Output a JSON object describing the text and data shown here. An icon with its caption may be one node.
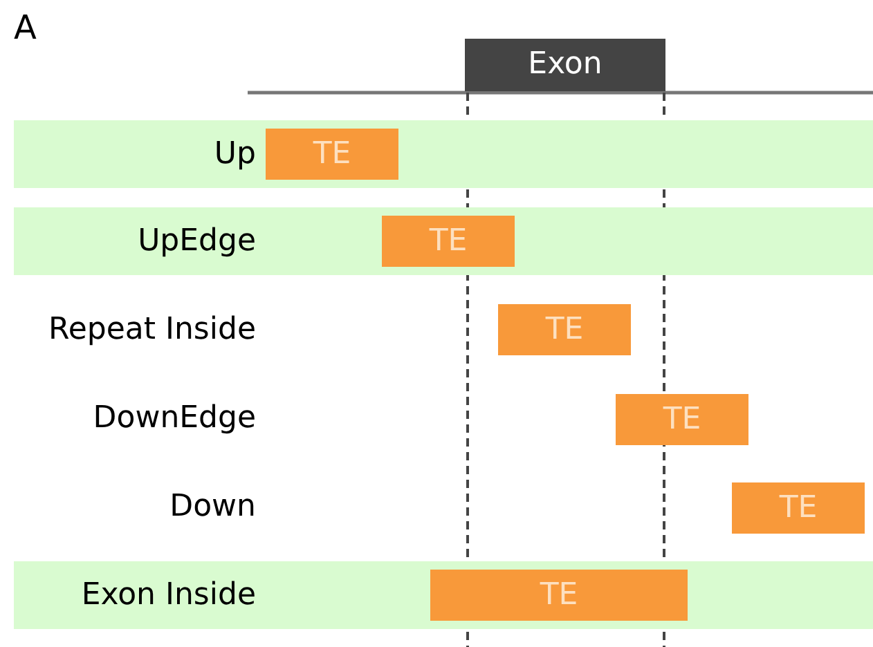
{
  "diagram": {
    "nodes": [
      {
        "text": [
          "Exon"
        ]
      },
      {
        "text": [
          "Up"
        ]
      },
      {
        "text": [
          "TE"
        ],
        "in": 1
      },
      {
        "text": [
          "UpEdge"
        ]
      },
      {
        "text": [
          "TE"
        ],
        "in": 3
      },
      {
        "text": [
          "TE"
        ]
      },
      {
        "text": [
          "TE"
        ]
      },
      {
        "text": [
          "TE"
        ]
      },
      {
        "text": [
          "Exon Inside"
        ]
      },
      {
        "text": [
          "TE"
        ],
        "in": 8
      }
    ],
    "labels": [
      "A",
      "Repeat Inside",
      "DownEdge",
      "Down"
    ]
  }
}
